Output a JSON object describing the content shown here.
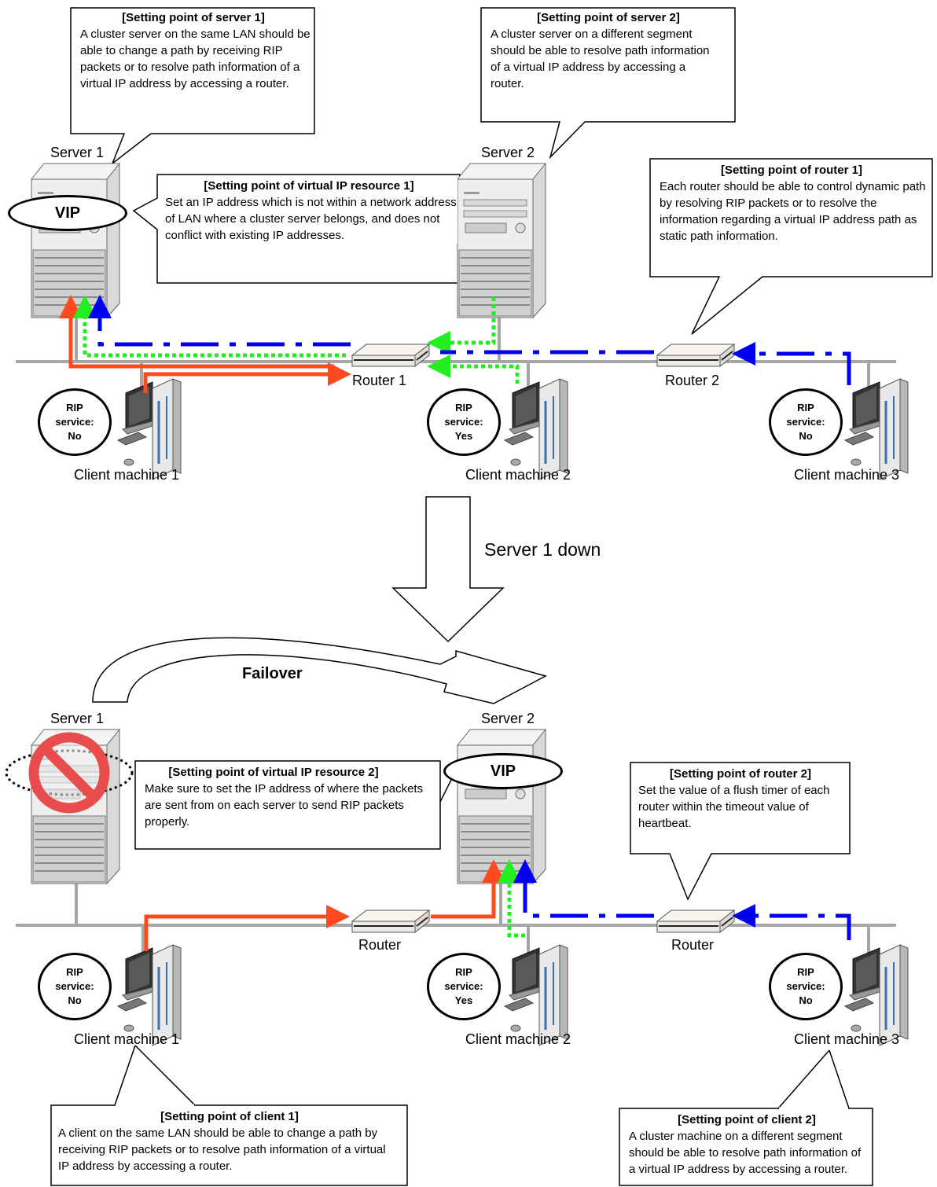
{
  "top": {
    "callout_server1": {
      "title": "[Setting point of server  1]",
      "body": "A cluster server on the same LAN should be able to change a path by receiving RIP packets or to resolve path information of a virtual IP address by accessing a router."
    },
    "callout_server2": {
      "title": "[Setting point of server  2]",
      "body": "A cluster server on a different segment should be able to resolve path information of a virtual IP address by accessing a router."
    },
    "callout_vip1": {
      "title": "[Setting point of virtual IP resource  1]",
      "body": "Set an IP address which is not within a network address of LAN where a cluster server belongs, and does not conflict with existing IP addresses."
    },
    "callout_router1": {
      "title": "[Setting point of router  1]",
      "body": "Each router should be able to control dynamic path by resolving RIP packets or to resolve the information regarding a virtual IP address path as static path information."
    },
    "server1_label": "Server 1",
    "server2_label": "Server 2",
    "vip_label": "VIP",
    "router1_label": "Router 1",
    "router2_label": "Router 2",
    "clients": [
      {
        "label": "Client machine 1",
        "rip_line1": "RIP",
        "rip_line2": "service:",
        "rip_line3": "No"
      },
      {
        "label": "Client machine 2",
        "rip_line1": "RIP",
        "rip_line2": "service:",
        "rip_line3": "Yes"
      },
      {
        "label": "Client machine 3",
        "rip_line1": "RIP",
        "rip_line2": "service:",
        "rip_line3": "No"
      }
    ]
  },
  "transition_label": "Server 1 down",
  "failover_label": "Failover",
  "bottom": {
    "server1_label": "Server 1",
    "server2_label": "Server 2",
    "vip_label": "VIP",
    "router_left_label": "Router",
    "router_right_label": "Router",
    "callout_vip2": {
      "title": "[Setting point of virtual IP resource  2]",
      "body": "Make sure to set the IP address of where the packets are sent from on each server to send RIP packets properly."
    },
    "callout_router2": {
      "title": "[Setting point of router  2]",
      "body": "Set the value of a flush timer of each router within the timeout value of heartbeat."
    },
    "callout_client1": {
      "title": "[Setting point of client   1]",
      "body": "A client on the same LAN should be able to change a path by receiving RIP packets or to resolve path information of a virtual IP address by accessing a router."
    },
    "callout_client2": {
      "title": "[Setting point of client  2]",
      "body": "A cluster machine on a different segment should be able to resolve path information of a virtual IP address by accessing a router."
    },
    "clients": [
      {
        "label": "Client machine 1",
        "rip_line1": "RIP",
        "rip_line2": "service:",
        "rip_line3": "No"
      },
      {
        "label": "Client machine 2",
        "rip_line1": "RIP",
        "rip_line2": "service:",
        "rip_line3": "Yes"
      },
      {
        "label": "Client machine 3",
        "rip_line1": "RIP",
        "rip_line2": "service:",
        "rip_line3": "No"
      }
    ]
  },
  "colors": {
    "network_line": "#a6a6a6",
    "path_red": "#ff4a1f",
    "path_green": "#22ee22",
    "path_blue": "#0000ee",
    "prohibit_red": "#e84d4d"
  },
  "icons": [
    "server-tower-icon",
    "router-icon",
    "client-pc-icon",
    "prohibited-icon",
    "down-arrow-icon",
    "failover-curve-arrow-icon"
  ]
}
